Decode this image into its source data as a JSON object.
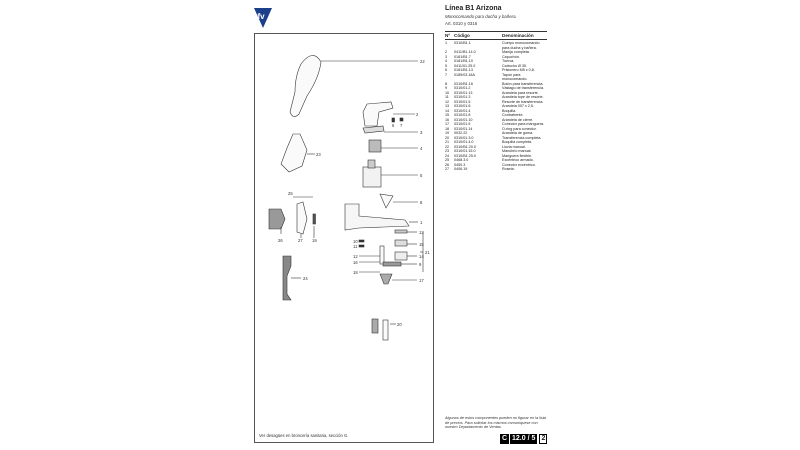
{
  "header": {
    "title": "Línea B1 Arizona",
    "subtitle": "Monocomando para ducha y bañera.",
    "article": "Art. 0310 y 0316"
  },
  "table": {
    "col_num": "Nº",
    "col_code": "Código",
    "col_desc": "Denominación",
    "rows": [
      {
        "n": "1",
        "c": "0310/B1.1",
        "d": "Cuerpo monocomando"
      },
      {
        "n": "",
        "c": "",
        "d": "para ducha y bañera."
      },
      {
        "n": "2",
        "c": "0411/B1.14.0",
        "d": "Manija completa."
      },
      {
        "n": "3",
        "c": "0181/B1.7",
        "d": "Capuchón."
      },
      {
        "n": "4",
        "c": "0181/B1.10",
        "d": "Tuerca."
      },
      {
        "n": "5",
        "c": "0411/01.25.0",
        "d": "Cartucho Ø 35."
      },
      {
        "n": "6",
        "c": "0181/B1.13",
        "d": "Prisionero M5 x 0,8."
      },
      {
        "n": "7",
        "c": "0189/03.18A",
        "d": "Tapón para"
      },
      {
        "n": "",
        "c": "",
        "d": "monocomando."
      },
      {
        "n": "8",
        "c": "0310/B1.16",
        "d": "Botón para transferencia."
      },
      {
        "n": "9",
        "c": "0310/01.2",
        "d": "Vástago de transferencia."
      },
      {
        "n": "10",
        "c": "0310/01.13",
        "d": "Arandela para resorte."
      },
      {
        "n": "11",
        "c": "0310/01.3",
        "d": "Arandela tope de resorte."
      },
      {
        "n": "12",
        "c": "0310/01.5",
        "d": "Resorte de transferencia."
      },
      {
        "n": "13",
        "c": "0310/01.6",
        "d": "Arandela 007 x 2,5."
      },
      {
        "n": "14",
        "c": "0310/01.4",
        "d": "Boquilla."
      },
      {
        "n": "15",
        "c": "0310/01.8",
        "d": "Contrafrente."
      },
      {
        "n": "16",
        "c": "0310/01.10",
        "d": "Arandela de cierre."
      },
      {
        "n": "17",
        "c": "0310/01.5",
        "d": "Conector para manguera."
      },
      {
        "n": "18",
        "c": "0310/01.14",
        "d": "O-ring para conector."
      },
      {
        "n": "19",
        "c": "0032.22",
        "d": "Arandela de goma."
      },
      {
        "n": "20",
        "c": "0310/01.3.0",
        "d": "Transferencia completa."
      },
      {
        "n": "21",
        "c": "0310/01.4.0",
        "d": "Boquilla completa."
      },
      {
        "n": "22",
        "c": "0310/B1.20.0",
        "d": "Lluvia manual."
      },
      {
        "n": "23",
        "c": "0310/01.15.0",
        "d": "Manubrio manual."
      },
      {
        "n": "24",
        "c": "0310/B1.25.0",
        "d": "Manguera flexible."
      },
      {
        "n": "25",
        "c": "0468.3.0",
        "d": "Excéntrico armado."
      },
      {
        "n": "26",
        "c": "0450.3",
        "d": "Conector excéntrico."
      },
      {
        "n": "27",
        "c": "0406.19",
        "d": "Roseta."
      }
    ]
  },
  "frame_note": "Ver desagües en broncería sanitaria, sección G.",
  "footnote": "Algunos de estos componentes pueden no figurar en la lista de precios. Para solicitar los mismos comuníquese con nuestro Departamento de Ventas.",
  "pagebox": {
    "section": "C",
    "number": "12.0",
    "sep": "/",
    "sub": "5",
    "page": "2"
  },
  "callouts": [
    "22",
    "23",
    "2",
    "6",
    "7",
    "3",
    "4",
    "5",
    "25",
    "8",
    "1",
    "26",
    "27",
    "19",
    "13",
    "10",
    "11",
    "15",
    "21",
    "12",
    "14",
    "16",
    "9",
    "18",
    "17",
    "24",
    "20"
  ],
  "colors": {
    "brand": "#1c3f8c",
    "line": "#333333"
  }
}
